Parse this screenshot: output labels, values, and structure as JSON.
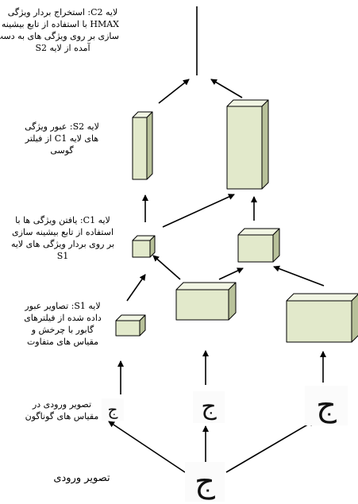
{
  "labels": {
    "c2": [
      "لایه C2: استخراج بردار ویژگی",
      "HMAX با استفاده از تابع بیشینه",
      "سازی بر روی ویژگی های به دست",
      "آمده از لایه S2"
    ],
    "s2": [
      "لایه S2: عبور ویژگی",
      "های لایه C1 از فیلتر",
      "گوسی"
    ],
    "c1": [
      "لایه C1: یافتن ویژگی ها با",
      "استفاده از تابع بیشینه سازی",
      "بر روی بردار ویژگی های لایه",
      "S1"
    ],
    "s1": [
      "لایه S1: تصاویر عبور",
      "داده شده از فیلترهای",
      "گابور با چرخش و",
      "مقیاس های متفاوت"
    ],
    "scales": [
      "تصویر ورودی در",
      "مقیاس های گوناگون"
    ],
    "input": [
      "تصویر ورودی"
    ]
  },
  "glyphs": {
    "small": "ج",
    "medium": "ج",
    "large": "ج",
    "input": "ج"
  },
  "colors": {
    "box_front": "#e2e9cb",
    "box_top": "#f1f5e3",
    "box_side": "#b8c19a",
    "stroke": "#000000"
  }
}
